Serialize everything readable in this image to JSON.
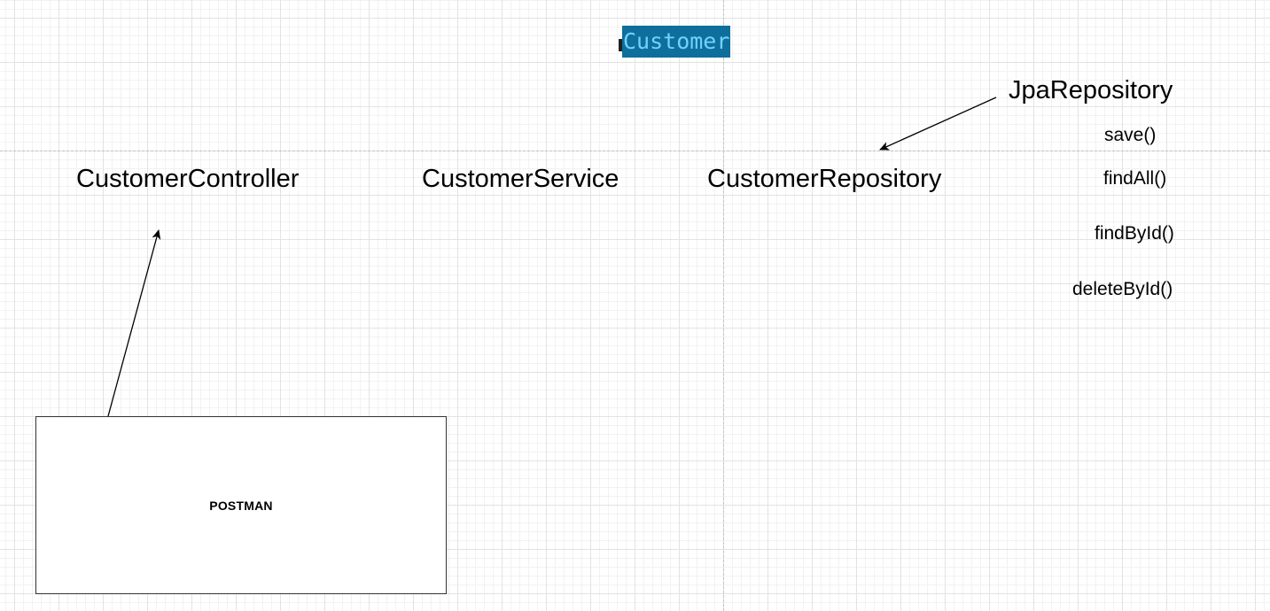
{
  "selected_label": "Customer",
  "nodes": {
    "controller": "CustomerController",
    "service": "CustomerService",
    "repository": "CustomerRepository",
    "jpa_repository": "JpaRepository",
    "postman": "POSTMAN"
  },
  "methods": [
    "save()",
    "findAll()",
    "findById()",
    "deleteById()"
  ],
  "colors": {
    "selection_background": "#0e6e9c",
    "selection_text": "#6fd3ff",
    "grid_line": "#e3e3e3",
    "stroke": "#000000"
  }
}
